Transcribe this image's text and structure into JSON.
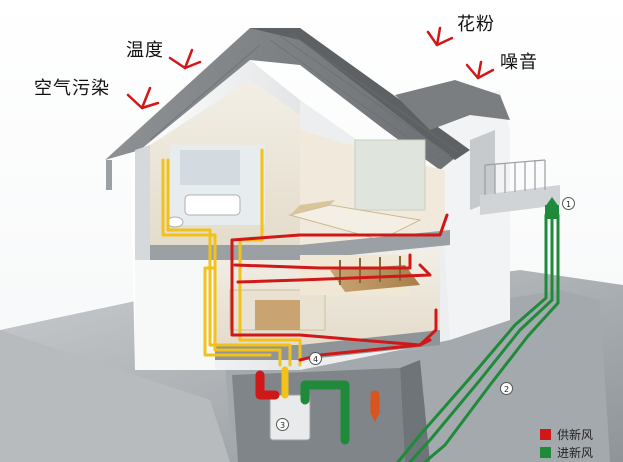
{
  "labels": {
    "temperature": "温度",
    "air_pollution": "空气污染",
    "pollen": "花粉",
    "noise": "噪音"
  },
  "legend": [
    {
      "label": "供新风",
      "color": "#d01818"
    },
    {
      "label": "进新风",
      "color": "#1f8a3a"
    }
  ],
  "markers": [
    "1",
    "2",
    "3",
    "4"
  ],
  "colors": {
    "supply_duct": "#d01818",
    "intake_duct": "#1f8a3a",
    "exhaust_duct": "#f2c21a",
    "arrow": "#d01818"
  }
}
